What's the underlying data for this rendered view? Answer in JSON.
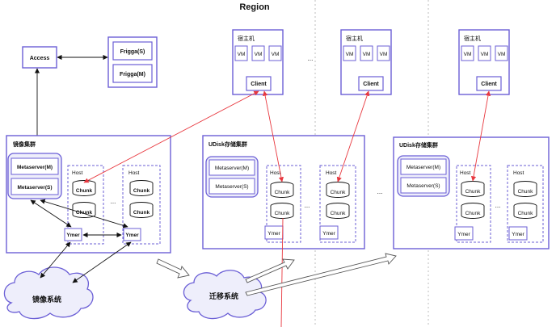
{
  "title": "Region",
  "colors": {
    "box_border": "#6b5fd6",
    "box_fill": "#eeeefb",
    "red_arrow": "#e8383f",
    "black": "#111111"
  },
  "access": {
    "label": "Access"
  },
  "frigga": {
    "s_label": "Frigga(S)",
    "m_label": "Frigga(M)"
  },
  "hosts": [
    {
      "title": "宿主机",
      "vms": [
        "VM",
        "VM",
        "VM"
      ],
      "client": "Client"
    },
    {
      "title": "宿主机",
      "vms": [
        "VM",
        "VM",
        "VM"
      ],
      "client": "Client"
    },
    {
      "title": "宿主机",
      "vms": [
        "VM",
        "VM",
        "VM"
      ],
      "client": "Client"
    }
  ],
  "host_ellipsis": "...",
  "mirror_cluster": {
    "title": "镜像集群",
    "metaserver_m": "Metaserver(M)",
    "metaserver_s": "Metaserver(S)",
    "host_label": "Host",
    "chunk": "Chunk",
    "ymer": "Ymer",
    "ellipsis": "..."
  },
  "udisk_clusters": [
    {
      "title": "UDisk存储集群",
      "metaserver_m": "Metaserver(M)",
      "metaserver_s": "Metaserver(S)",
      "host_label": "Host",
      "chunk": "Chunk",
      "ymer": "Ymer",
      "ellipsis": "..."
    },
    {
      "title": "UDisk存储集群",
      "metaserver_m": "Metaserver(M)",
      "metaserver_s": "Metaserver(S)",
      "host_label": "Host",
      "chunk": "Chunk",
      "ymer": "Ymer",
      "ellipsis": "..."
    }
  ],
  "cluster_ellipsis": "...",
  "mirror_system": {
    "label": "镜像系统"
  },
  "migration_system": {
    "label": "迁移系统"
  }
}
